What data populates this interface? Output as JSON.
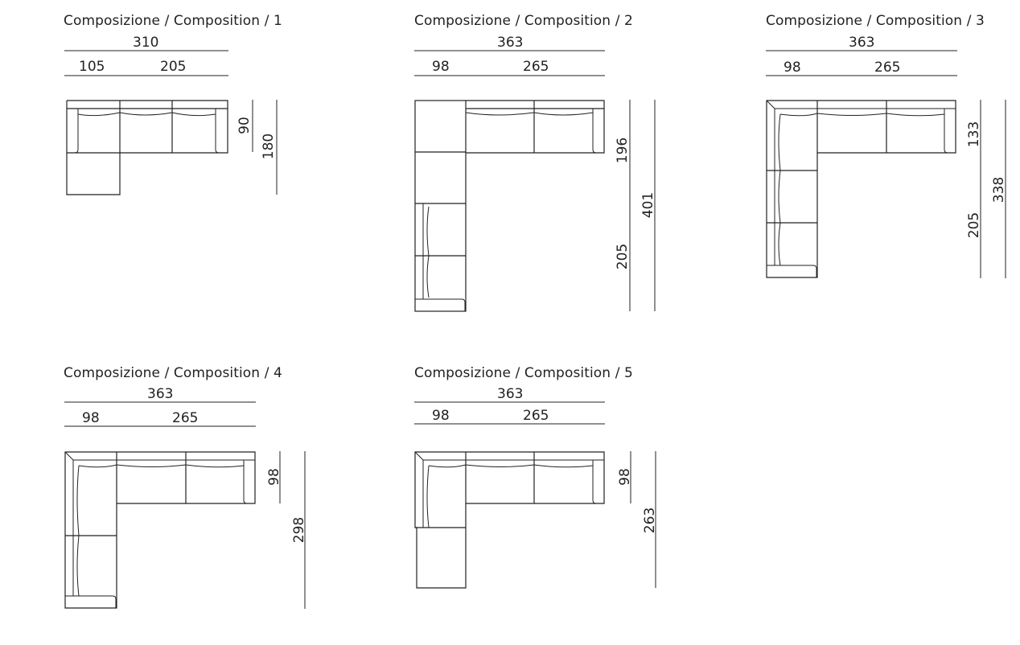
{
  "compositions": [
    {
      "title": "Composizione / Composition / 1",
      "total_width": "310",
      "seg1": "105",
      "seg2": "205",
      "vdims": [
        "90",
        "180"
      ]
    },
    {
      "title": "Composizione / Composition / 2",
      "total_width": "363",
      "seg1": "98",
      "seg2": "265",
      "vdims": [
        "196",
        "205",
        "401"
      ]
    },
    {
      "title": "Composizione / Composition / 3",
      "total_width": "363",
      "seg1": "98",
      "seg2": "265",
      "vdims": [
        "133",
        "205",
        "338"
      ]
    },
    {
      "title": "Composizione / Composition / 4",
      "total_width": "363",
      "seg1": "98",
      "seg2": "265",
      "vdims": [
        "98",
        "298"
      ]
    },
    {
      "title": "Composizione / Composition / 5",
      "total_width": "363",
      "seg1": "98",
      "seg2": "265",
      "vdims": [
        "98",
        "263"
      ]
    }
  ]
}
